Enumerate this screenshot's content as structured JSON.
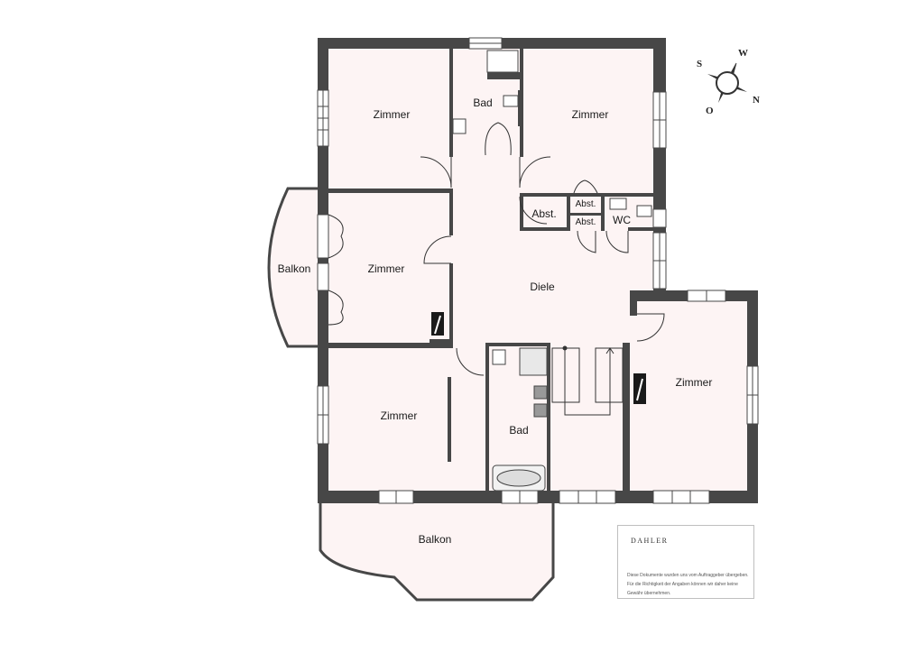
{
  "rooms": {
    "zimmer_top_left": "Zimmer",
    "bad_top": "Bad",
    "zimmer_top_right": "Zimmer",
    "abst_1": "Abst.",
    "abst_2": "Abst.",
    "abst_3": "Abst.",
    "wc": "WC",
    "balkon_left": "Balkon",
    "zimmer_mid_left": "Zimmer",
    "diele": "Diele",
    "zimmer_bottom_left": "Zimmer",
    "bad_bottom": "Bad",
    "zimmer_right": "Zimmer",
    "balkon_bottom": "Balkon"
  },
  "compass": {
    "s": "S",
    "w": "W",
    "n": "N",
    "o": "O"
  },
  "legend": {
    "brand": "DAHLER",
    "disclaimer": "Diese Dokumente wurden uns vom Auftraggeber übergeben. Für die Richtigkeit der Angaben können wir daher keine Gewähr übernehmen."
  },
  "colors": {
    "floor": "#fdf4f4",
    "wall": "#474747",
    "line": "#333333"
  }
}
